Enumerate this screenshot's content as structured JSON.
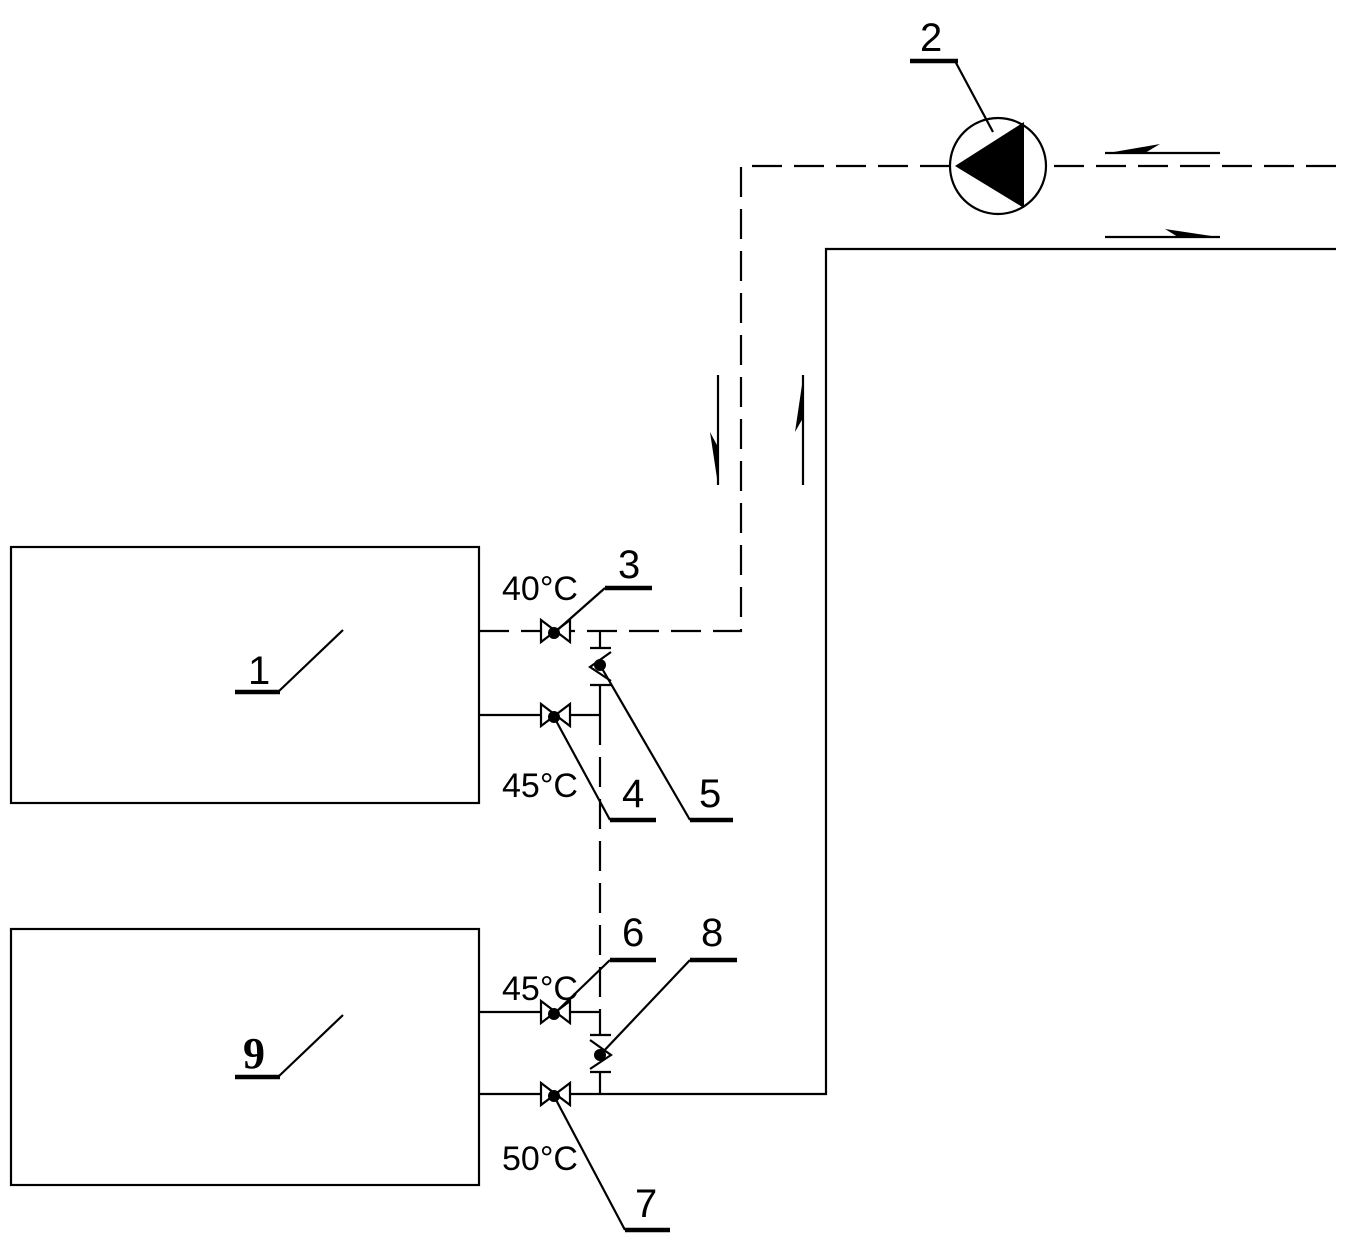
{
  "components": [
    {
      "id": "1",
      "label": "1"
    },
    {
      "id": "2",
      "label": "2"
    },
    {
      "id": "3",
      "label": "3"
    },
    {
      "id": "4",
      "label": "4"
    },
    {
      "id": "5",
      "label": "5"
    },
    {
      "id": "6",
      "label": "6"
    },
    {
      "id": "7",
      "label": "7"
    },
    {
      "id": "8",
      "label": "8"
    },
    {
      "id": "9",
      "label": "9"
    }
  ],
  "temperatures": {
    "t_valve3": "40°C",
    "t_valve4": "45°C",
    "t_valve6": "45°C",
    "t_valve7": "50°C"
  }
}
